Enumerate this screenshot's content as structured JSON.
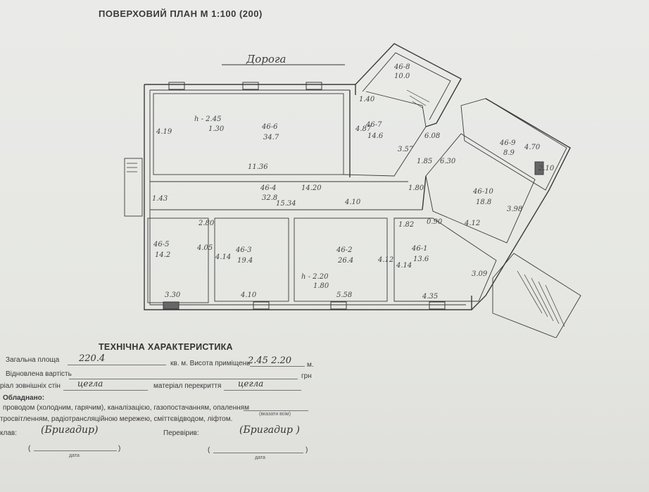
{
  "header": {
    "title": "ПОВЕРХОВИЙ ПЛАН  М 1:100 (200)"
  },
  "plan": {
    "facade_label": "Дорога",
    "rooms": [
      {
        "id": "1-6",
        "name": "46-6",
        "area": "34.7",
        "height_label": "h - 2.45",
        "height_sub": "1.30",
        "width": "11.36",
        "depth": "4.19"
      },
      {
        "id": "1-7",
        "name": "46-7",
        "area": "14.6",
        "side_a": "4.87",
        "side_b": "3.57",
        "top": "1.40"
      },
      {
        "id": "1-8",
        "name": "46-8",
        "area": "10.0"
      },
      {
        "id": "1-9",
        "name": "46-9",
        "area": "8.9",
        "side_a": "4.70",
        "side_b": "2.10"
      },
      {
        "id": "1-10",
        "name": "46-10",
        "area": "18.8",
        "side_a": "3.98",
        "side_b": "4.12",
        "top": "6.30"
      },
      {
        "id": "1-4",
        "name": "46-4",
        "area": "32.8",
        "length": "14.20",
        "len2": "15.34",
        "side": "1.43"
      },
      {
        "id": "1-5",
        "name": "46-5",
        "area": "14.2",
        "width": "3.30",
        "side": "4.05"
      },
      {
        "id": "1-3",
        "name": "46-3",
        "area": "19.4",
        "width": "4.10",
        "side": "4.14"
      },
      {
        "id": "1-2",
        "name": "46-2",
        "area": "26.4",
        "width": "5.58",
        "height_label": "h - 2.20",
        "height_sub": "1.80"
      },
      {
        "id": "1-1",
        "name": "46-1",
        "area": "13.6",
        "width": "4.35",
        "side": "3.09",
        "top": "1.82"
      }
    ],
    "misc_dims": [
      "4.12",
      "1.85",
      "6.08",
      "1.80",
      "4.10",
      "0.90",
      "2.80",
      "4.12",
      "4.14"
    ]
  },
  "tech": {
    "title": "ТЕХНІЧНА ХАРАКТЕРИСТИКА",
    "total_area_label": "Загальна площа",
    "total_area_value": "220.4",
    "unit_label": "кв. м. Висота приміщень",
    "heights_value": "2.45   2.20",
    "m_label": "м.",
    "restored_cost_label": "Відновлена вартість",
    "uah_label": "грн",
    "walls_label": "ріал зовнішніх стін",
    "walls_value": "цегла",
    "ceiling_label": "матеріал перекриття",
    "ceiling_value": "цегла",
    "equipped_label": "Обладнано:",
    "equip_line1": "проводом (холодним, гарячим), каналізацією, газопостачанням, опаленням",
    "equip_hint": "(вказати всім)",
    "equip_line2": "тросвітленням, радіотрансляційною мережею, сміттєвідводом, ліфтом.",
    "composed_label": "клав:",
    "composed_sign": "(Бригадир)",
    "checked_label": "Перевірив:",
    "checked_sign": "(Бригадир )",
    "date_label": "дата",
    "paren_open": "(",
    "paren_close": ")"
  }
}
